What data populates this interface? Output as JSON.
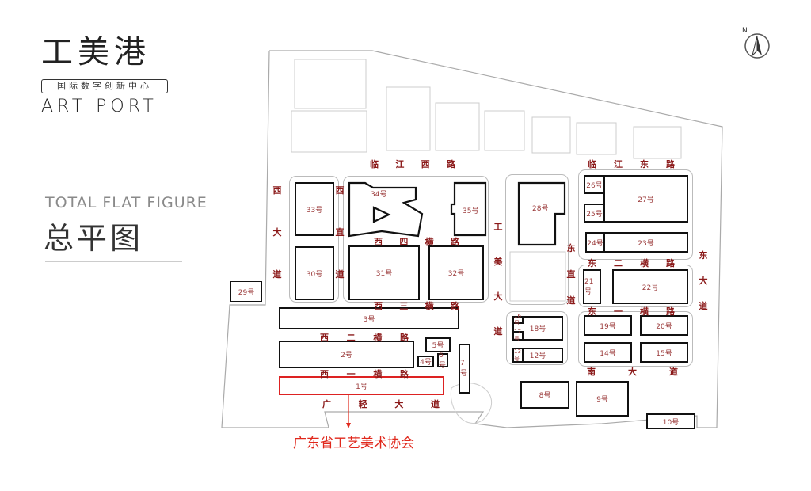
{
  "logo": {
    "cn": "工美港",
    "subtitle": "国际数字创新中心",
    "en": "ART PORT"
  },
  "title": {
    "en": "TOTAL FLAT FIGURE",
    "cn": "总平图"
  },
  "compass": "N",
  "buildings": {
    "b1": "1号",
    "b2": "2号",
    "b3": "3号",
    "b4": "4号",
    "b5": "5号",
    "b6": "6号",
    "b7": "7号",
    "b8": "8号",
    "b9": "9号",
    "b10": "10号",
    "b12": "12号",
    "b13": "13号",
    "b14": "14号",
    "b15": "15号",
    "b16": "16号",
    "b17": "17号",
    "b18": "18号",
    "b19": "19号",
    "b20": "20号",
    "b21": "21号",
    "b22": "22号",
    "b23": "23号",
    "b24": "24号",
    "b25": "25号",
    "b26": "26号",
    "b27": "27号",
    "b28": "28号",
    "b29": "29号",
    "b30": "30号",
    "b31": "31号",
    "b32": "32号",
    "b33": "33号",
    "b34": "34号",
    "b35": "35号"
  },
  "roads": {
    "linjiang_west": [
      "临",
      "江",
      "西",
      "路"
    ],
    "linjiang_east": [
      "临",
      "江",
      "东",
      "路"
    ],
    "xi4": [
      "西",
      "四",
      "横",
      "路"
    ],
    "xi3": [
      "西",
      "三",
      "横",
      "路"
    ],
    "xi2": [
      "西",
      "二",
      "横",
      "路"
    ],
    "xi1": [
      "西",
      "一",
      "横",
      "路"
    ],
    "guangqing": [
      "广",
      "轻",
      "大",
      "道"
    ],
    "dong2": [
      "东",
      "二",
      "横",
      "路"
    ],
    "dong1": [
      "东",
      "一",
      "横",
      "路"
    ],
    "nan": [
      "南",
      "大",
      "道"
    ],
    "xi_da": [
      "西",
      "大",
      "道"
    ],
    "xi_zhi": [
      "西",
      "直",
      "道"
    ],
    "gongmei": [
      "工",
      "美",
      "大",
      "道"
    ],
    "dong_zhi": [
      "东",
      "直",
      "道"
    ],
    "dong_da": [
      "东",
      "大",
      "道"
    ]
  },
  "annotation": "广东省工艺美术协会",
  "colors": {
    "highlight": "#e0281c",
    "road_label": "#8b1a1a",
    "building_label": "#9b3a3a"
  }
}
